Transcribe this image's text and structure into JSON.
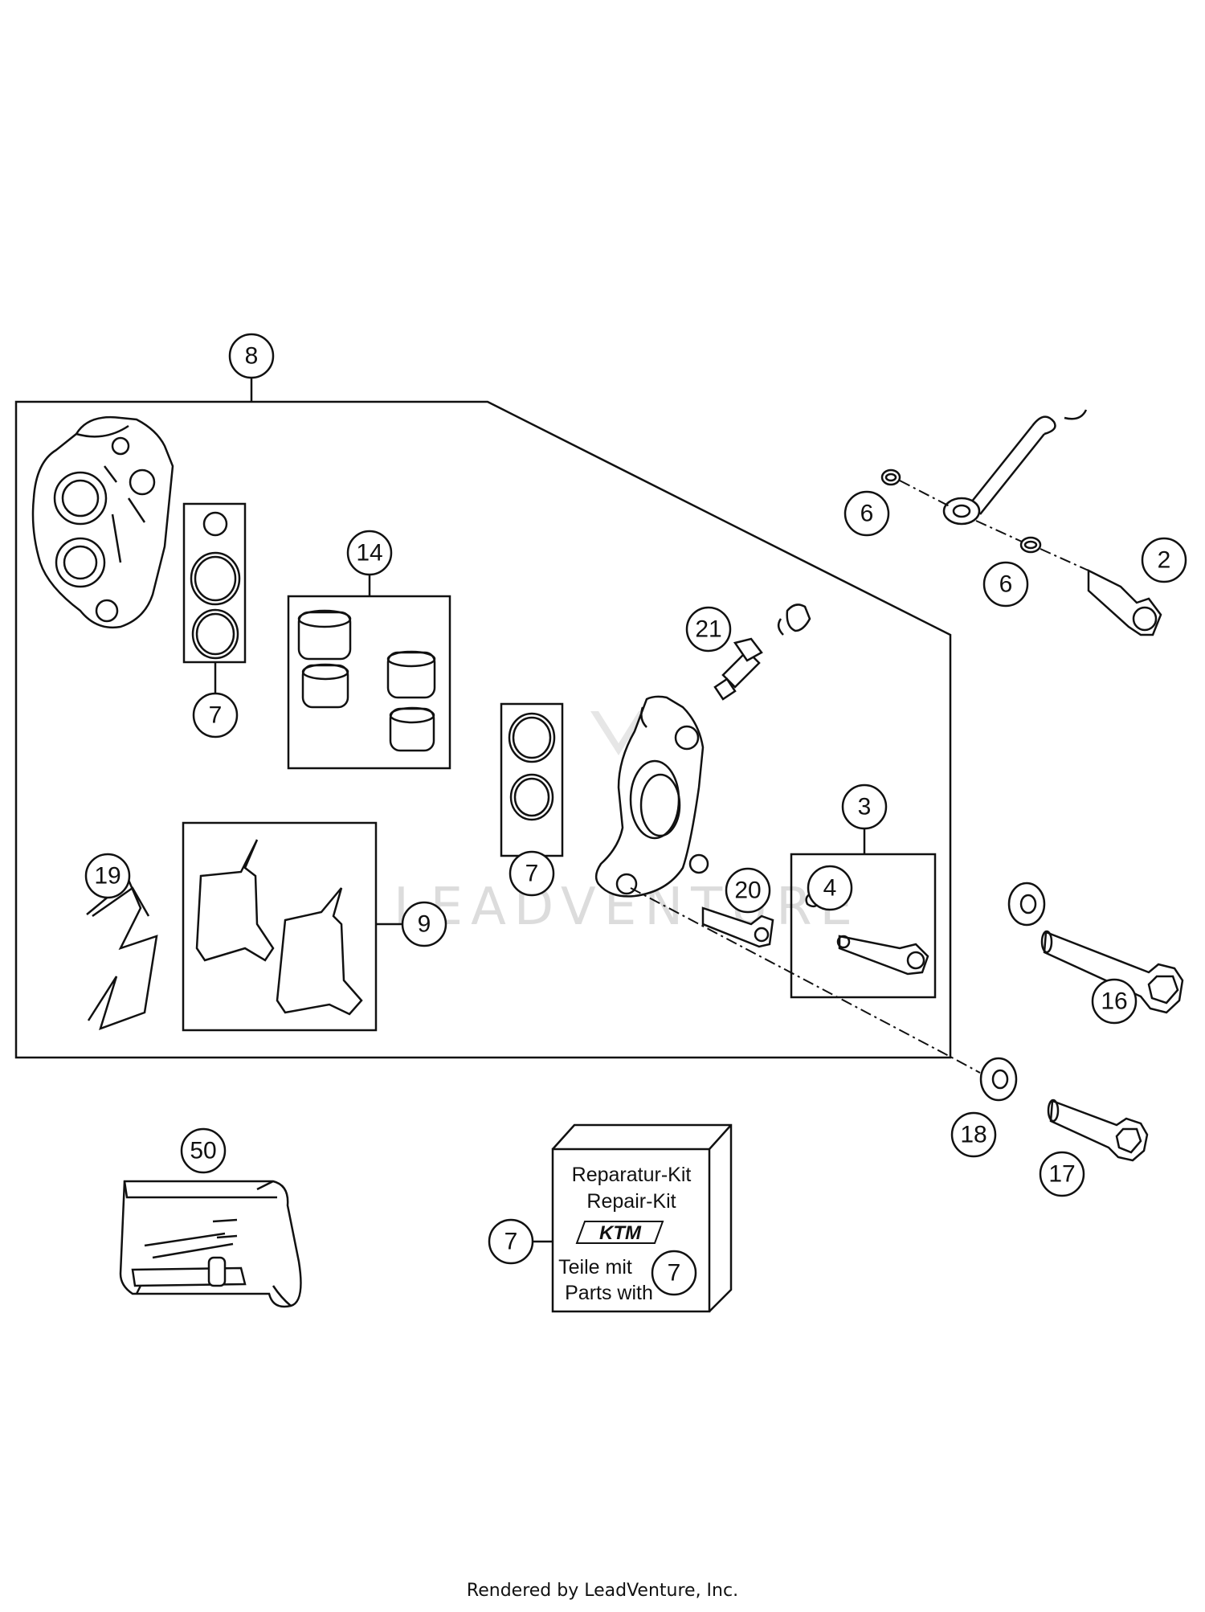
{
  "callouts": [
    {
      "label": "8"
    },
    {
      "label": "14"
    },
    {
      "label": "7"
    },
    {
      "label": "7"
    },
    {
      "label": "19"
    },
    {
      "label": "9"
    },
    {
      "label": "21"
    },
    {
      "label": "6"
    },
    {
      "label": "6"
    },
    {
      "label": "2"
    },
    {
      "label": "3"
    },
    {
      "label": "4"
    },
    {
      "label": "20"
    },
    {
      "label": "16"
    },
    {
      "label": "18"
    },
    {
      "label": "17"
    },
    {
      "label": "50"
    },
    {
      "label": "7"
    },
    {
      "label": "7"
    }
  ],
  "repair_kit": {
    "line1": "Reparatur-Kit",
    "line2": "Repair-Kit",
    "brand": "KTM",
    "line3": "Teile mit",
    "line4": "Parts with"
  },
  "watermark": "LEADVENTURE",
  "footer": "Rendered by LeadVenture, Inc."
}
